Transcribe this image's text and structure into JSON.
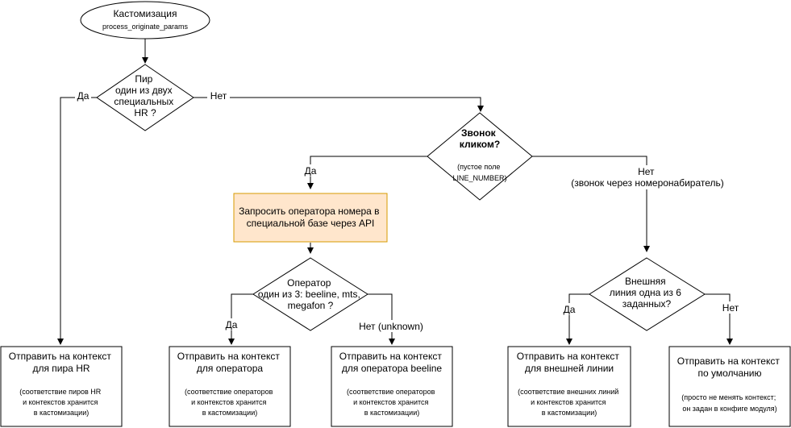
{
  "nodes": {
    "start": {
      "title": "Кастомизация",
      "subtitle": "process_originate_params"
    },
    "d_peer": {
      "lines": [
        "Пир",
        "один из двух",
        "специальных",
        "HR ?"
      ]
    },
    "d_click": {
      "lines": [
        "Звонок",
        "кликом?"
      ],
      "note_lines": [
        "(пустое поле",
        "LINE_NUMBER)"
      ]
    },
    "req_operator": {
      "lines": [
        "Запросить оператора номера в",
        "специальной базе через API"
      ]
    },
    "d_operator": {
      "lines": [
        "Оператор",
        "один из 3: beeline, mts,",
        "megafon ?"
      ]
    },
    "d_extline": {
      "lines": [
        "Внешняя",
        "линия одна из 6",
        "заданных?"
      ]
    },
    "ctx_hr": {
      "title_lines": [
        "Отправить на контекст",
        "для пира HR"
      ],
      "note_lines": [
        "(соответствие пиров HR",
        "и контекстов хранится",
        "в кастомизации)"
      ]
    },
    "ctx_operator": {
      "title_lines": [
        "Отправить на контекст",
        "для оператора"
      ],
      "note_lines": [
        "(соответствие операторов",
        "и контекстов хранится",
        "в кастомизации)"
      ]
    },
    "ctx_beeline": {
      "title_lines": [
        "Отправить на контекст",
        "для оператора beeline"
      ],
      "note_lines": [
        "(соответствие операторов",
        "и контекстов хранится",
        "в кастомизации)"
      ]
    },
    "ctx_extline": {
      "title_lines": [
        "Отправить на контекст",
        "для внешней линии"
      ],
      "note_lines": [
        "(соответствие внешних линий",
        "и контекстов хранится",
        "в кастомизации)"
      ]
    },
    "ctx_default": {
      "title_lines": [
        "Отправить на контекст",
        "по умолчанию"
      ],
      "note_lines": [
        "(просто не менять контекст;",
        "он задан в конфиге модуля)"
      ]
    }
  },
  "edge_labels": {
    "peer_yes": "Да",
    "peer_no": "Нет",
    "click_yes": "Да",
    "click_no_lines": [
      "Нет",
      "(звонок через номеронабиратель)"
    ],
    "operator_yes": "Да",
    "operator_no": "Нет (unknown)",
    "extline_yes": "Да",
    "extline_no": "Нет"
  },
  "colors": {
    "stroke": "#000000",
    "node_fill": "#ffffff",
    "highlight_fill": "#ffe6cc",
    "highlight_stroke": "#d79b00"
  }
}
